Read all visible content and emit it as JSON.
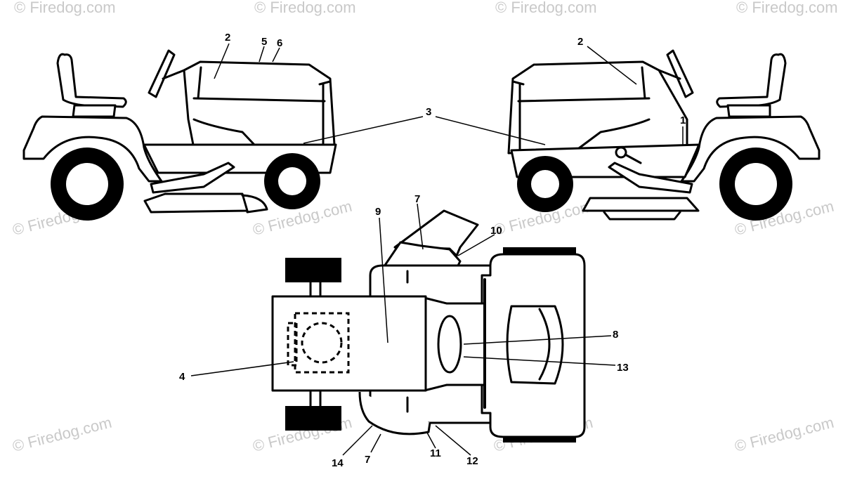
{
  "watermark": "© Firedog.com",
  "callouts": {
    "c1": "1",
    "c2a": "2",
    "c2b": "2",
    "c3": "3",
    "c4": "4",
    "c5": "5",
    "c6": "6",
    "c7a": "7",
    "c7b": "7",
    "c8": "8",
    "c9": "9",
    "c10": "10",
    "c11": "11",
    "c12": "12",
    "c13": "13",
    "c14": "14"
  }
}
